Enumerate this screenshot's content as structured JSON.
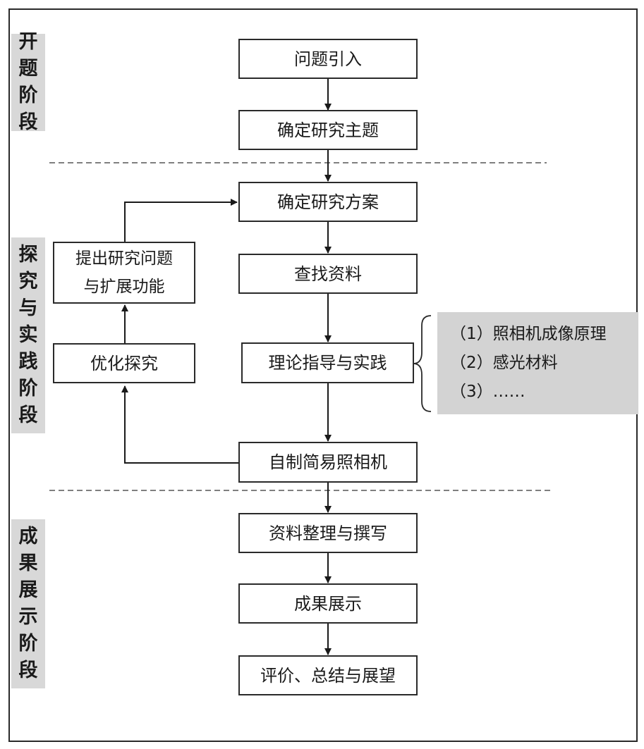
{
  "stages": {
    "opening": [
      "开",
      "题",
      "阶",
      "段"
    ],
    "inquiry": [
      "探",
      "究",
      "与",
      "实",
      "践",
      "阶",
      "段"
    ],
    "results": [
      "成",
      "果",
      "展",
      "示",
      "阶",
      "段"
    ]
  },
  "flow": {
    "intro": "问题引入",
    "topic": "确定研究主题",
    "plan": "确定研究方案",
    "search": "查找资料",
    "theory": "理论指导与实践",
    "build": "自制简易照相机",
    "organize": "资料整理与撰写",
    "showcase": "成果展示",
    "evaluate": "评价、总结与展望"
  },
  "loop": {
    "optimize": "优化探究",
    "question_line1": "提出研究问题",
    "question_line2": "与扩展功能"
  },
  "notes": [
    "（1）照相机成像原理",
    "（2）感光材料",
    "（3）……"
  ],
  "colors": {
    "stage_bg": "#d8d8d8",
    "note_bg": "#d3d3d3",
    "line": "#2a2a2a"
  }
}
